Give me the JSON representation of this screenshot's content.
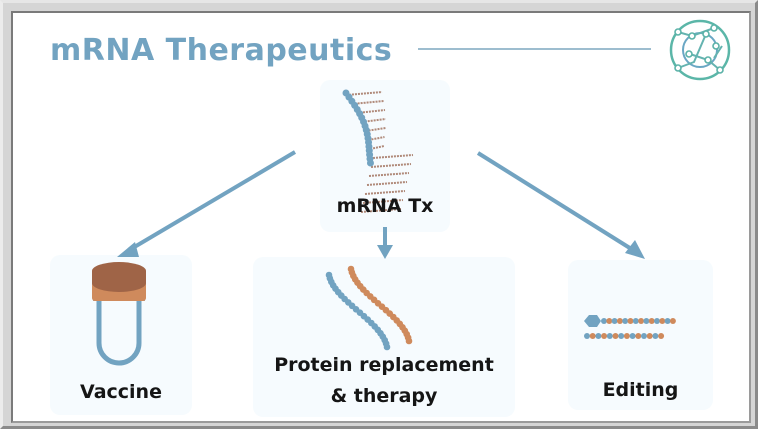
{
  "title": "mRNA Therapeutics",
  "center": {
    "label": "mRNA Tx"
  },
  "branches": [
    {
      "label": "Vaccine"
    },
    {
      "label": "Protein replacement",
      "label2": "& therapy"
    },
    {
      "label": "Editing"
    }
  ],
  "colors": {
    "blue": "#72a3c1",
    "orange": "#cf8a5c",
    "brown": "#a6694a"
  }
}
